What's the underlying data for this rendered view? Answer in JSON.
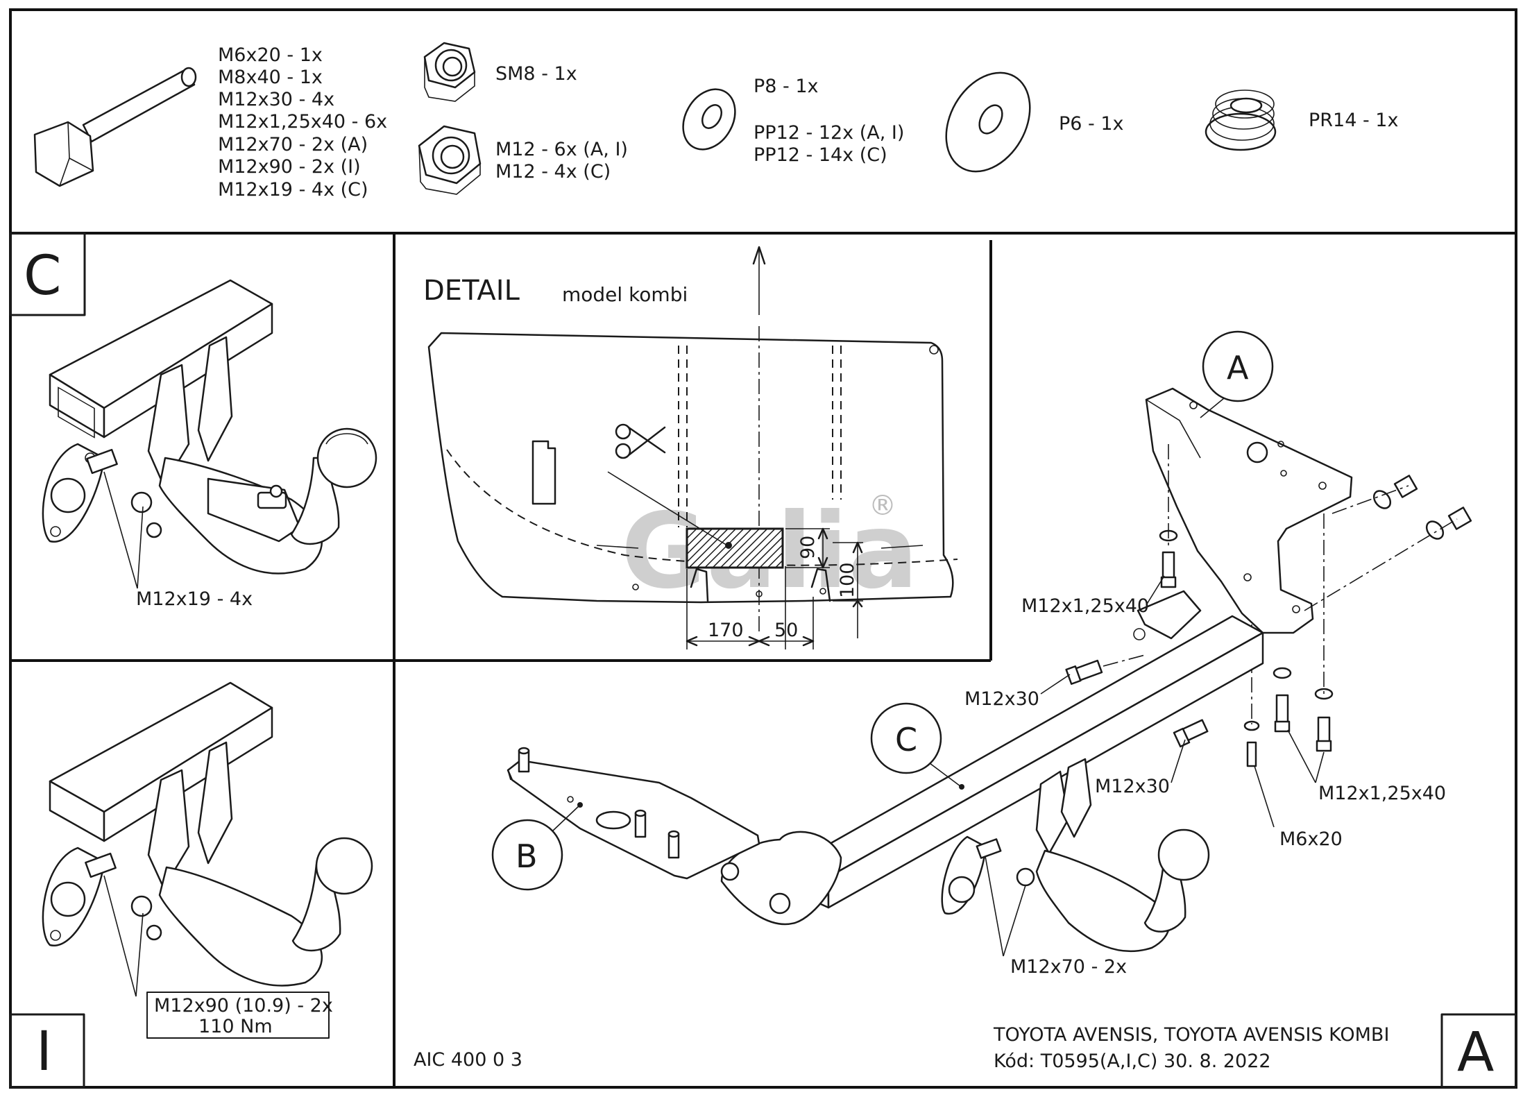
{
  "parts_list": {
    "bolts": [
      "M6x20 - 1x",
      "M8x40 - 1x",
      "M12x30 - 4x",
      "M12x1,25x40 - 6x",
      "M12x70 - 2x (A)",
      "M12x90 - 2x (I)",
      "M12x19 - 4x (C)"
    ],
    "self_lock_nut": "SM8 - 1x",
    "nuts": [
      "M12 - 6x (A, I)",
      "M12 - 4x (C)"
    ],
    "washers_small": [
      "P8 - 1x",
      "PP12 - 12x (A, I)",
      "PP12 - 14x (C)"
    ],
    "washer_large": "P6 - 1x",
    "spring_washer": "PR14 - 1x"
  },
  "panel_c": {
    "letter": "C",
    "callout": "M12x19 - 4x"
  },
  "panel_i": {
    "letter": "I",
    "callout_line1": "M12x90 (10.9) - 2x",
    "callout_line2": "110 Nm"
  },
  "detail": {
    "title": "DETAIL",
    "subtitle": "model kombi",
    "dim_170": "170",
    "dim_50": "50",
    "dim_90": "90",
    "dim_100": "100",
    "watermark": "Galia",
    "registered": "®"
  },
  "main": {
    "bubble_a": "A",
    "bubble_b": "B",
    "bubble_c": "C",
    "callout_m12x1_25x40_left": "M12x1,25x40",
    "callout_m12x30_left": "M12x30",
    "callout_m12x30_mid": "M12x30",
    "callout_m12x1_25x40_right": "M12x1,25x40",
    "callout_m6x20": "M6x20",
    "callout_m12x70": "M12x70 - 2x"
  },
  "title_block": {
    "drawing_code": "AIC 400 0 3",
    "vehicle": "TOYOTA AVENSIS, TOYOTA AVENSIS KOMBI",
    "code_date": "Kód: T0595(A,I,C)  30. 8. 2022",
    "variant_letter": "A"
  }
}
